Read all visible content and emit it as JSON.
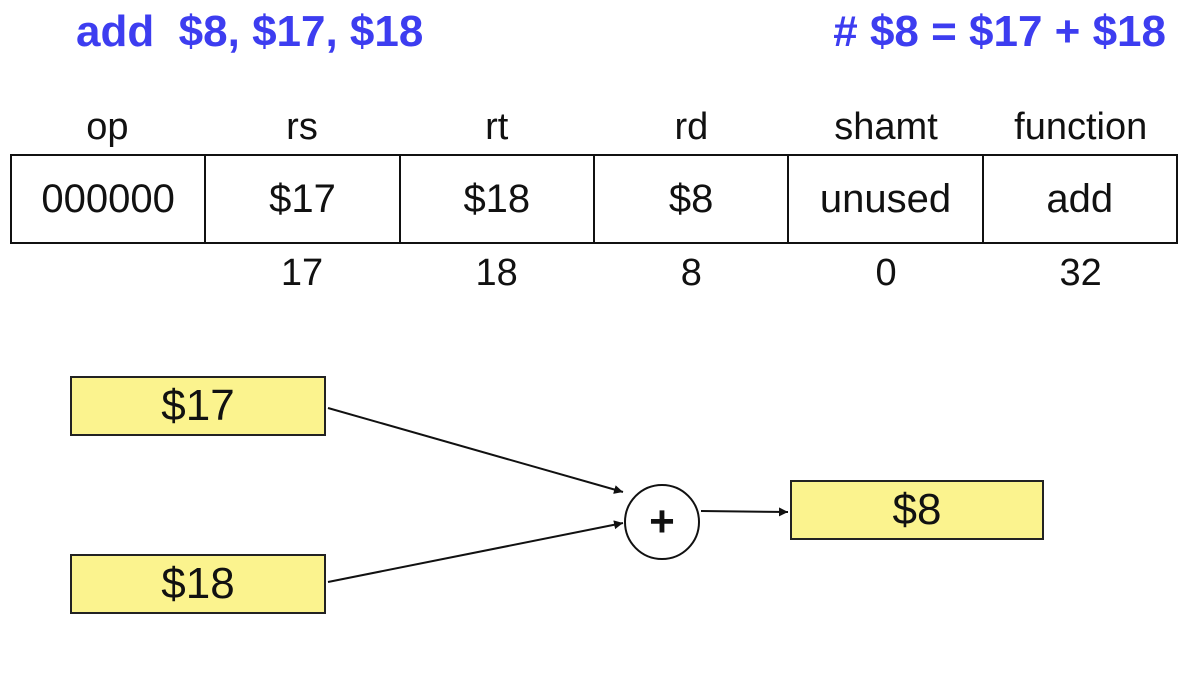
{
  "instruction": {
    "assembly": "add  $8, $17, $18",
    "comment": "# $8 = $17 + $18",
    "color": "#3d3df0"
  },
  "format": {
    "field_names": [
      "op",
      "rs",
      "rt",
      "rd",
      "shamt",
      "function"
    ],
    "field_values": [
      "000000",
      "$17",
      "$18",
      "$8",
      "unused",
      "add"
    ],
    "field_numbers": [
      "",
      "17",
      "18",
      "8",
      "0",
      "32"
    ]
  },
  "datapath": {
    "source_register_1": "$17",
    "source_register_2": "$18",
    "operator": "+",
    "destination_register": "$8",
    "register_fill": "#fbf38e"
  }
}
